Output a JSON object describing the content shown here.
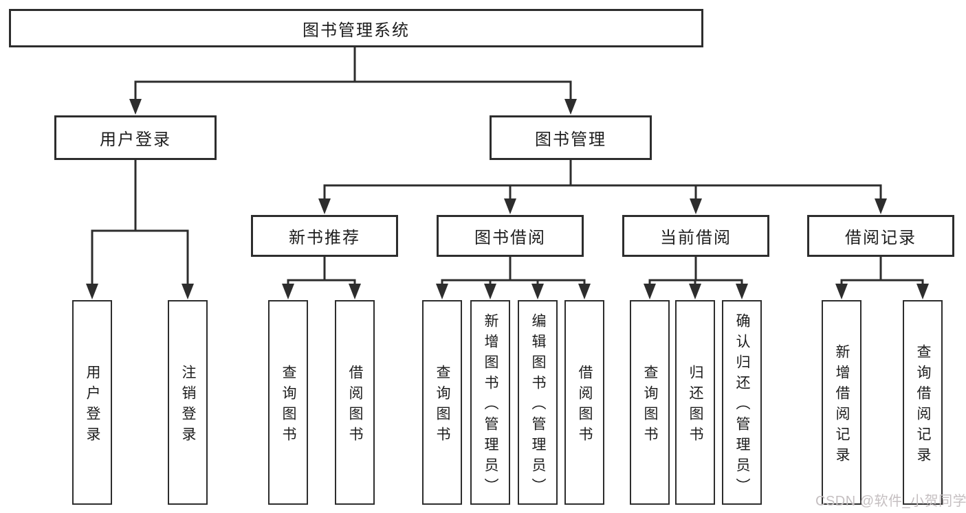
{
  "diagram": {
    "root": {
      "label": "图书管理系统"
    },
    "branches": [
      {
        "label": "用户登录",
        "children": [
          {
            "label": "用户登录"
          },
          {
            "label": "注销登录"
          }
        ]
      },
      {
        "label": "图书管理",
        "children": [
          {
            "label": "新书推荐",
            "children": [
              {
                "label": "查询图书"
              },
              {
                "label": "借阅图书"
              }
            ]
          },
          {
            "label": "图书借阅",
            "children": [
              {
                "label": "查询图书"
              },
              {
                "label": "新增图书（管理员）"
              },
              {
                "label": "编辑图书（管理员）"
              },
              {
                "label": "借阅图书"
              }
            ]
          },
          {
            "label": "当前借阅",
            "children": [
              {
                "label": "查询图书"
              },
              {
                "label": "归还图书"
              },
              {
                "label": "确认归还（管理员）"
              }
            ]
          },
          {
            "label": "借阅记录",
            "children": [
              {
                "label": "新增借阅记录"
              },
              {
                "label": "查询借阅记录"
              }
            ]
          }
        ]
      }
    ]
  },
  "watermark": {
    "text": "CSDN @软件_小贺同学"
  },
  "colors": {
    "line": "#2d2d2d",
    "text": "#1d1d1d",
    "background": "#ffffff",
    "watermark": "#c5bfc1"
  }
}
